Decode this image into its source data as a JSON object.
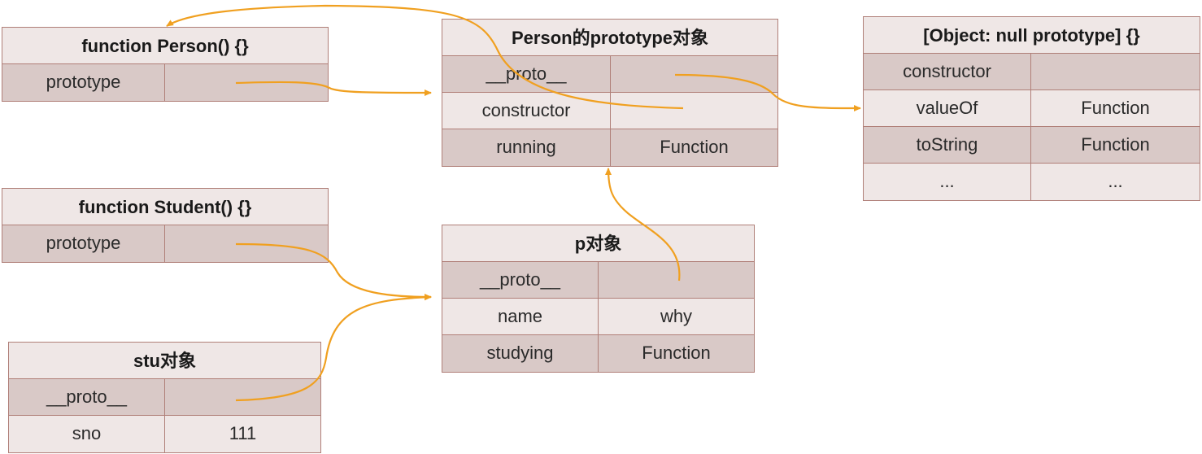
{
  "boxes": {
    "person_fn": {
      "title": "function Person() {}",
      "rows": [
        [
          "prototype",
          ""
        ]
      ]
    },
    "person_proto": {
      "title": "Person的prototype对象",
      "rows": [
        [
          "__proto__",
          ""
        ],
        [
          "constructor",
          ""
        ],
        [
          "running",
          "Function"
        ]
      ]
    },
    "null_proto": {
      "title": "[Object: null prototype] {}",
      "rows": [
        [
          "constructor",
          ""
        ],
        [
          "valueOf",
          "Function"
        ],
        [
          "toString",
          "Function"
        ],
        [
          "...",
          "..."
        ]
      ]
    },
    "student_fn": {
      "title": "function Student() {}",
      "rows": [
        [
          "prototype",
          ""
        ]
      ]
    },
    "p_obj": {
      "title": "p对象",
      "rows": [
        [
          "__proto__",
          ""
        ],
        [
          "name",
          "why"
        ],
        [
          "studying",
          "Function"
        ]
      ]
    },
    "stu_obj": {
      "title": "stu对象",
      "rows": [
        [
          "__proto__",
          ""
        ],
        [
          "sno",
          "111"
        ]
      ]
    }
  },
  "colors": {
    "arrow": "#f0a020",
    "border": "#b07f78",
    "row_dark": "#d9c9c7",
    "row_light": "#efe7e6"
  }
}
